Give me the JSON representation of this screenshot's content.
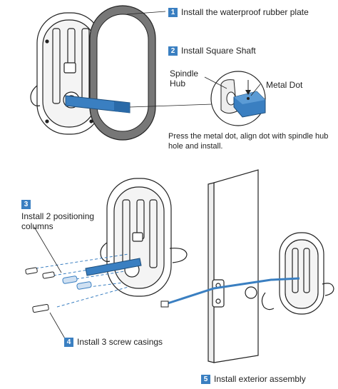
{
  "steps": [
    {
      "number": "1",
      "label": "Install the waterproof rubber plate"
    },
    {
      "number": "2",
      "label": "Install Square Shaft"
    },
    {
      "number": "3",
      "label": "Install 2 positioning columns"
    },
    {
      "number": "4",
      "label": "Install 3 screw casings"
    },
    {
      "number": "5",
      "label": "Install exterior assembly"
    }
  ],
  "callouts": {
    "spindle_hub": "Spindle Hub",
    "metal_dot": "Metal Dot"
  },
  "note": "Press the metal dot, align dot with spindle hub hole and install.",
  "colors": {
    "accent": "#3a7fc1",
    "plate": "#777777",
    "line": "#222222"
  }
}
